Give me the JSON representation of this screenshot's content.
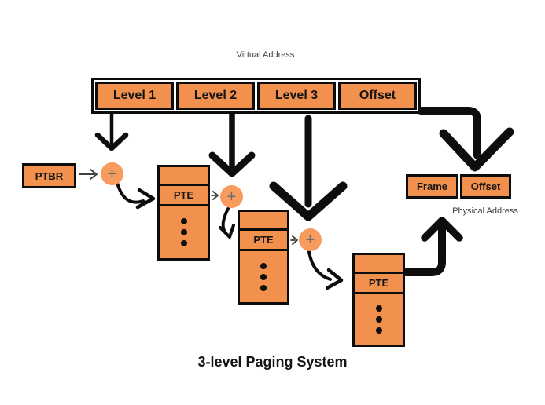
{
  "diagram": {
    "title": "3-level Paging System",
    "virtual_address": {
      "label": "Virtual Address",
      "fields": [
        "Level 1",
        "Level 2",
        "Level 3",
        "Offset"
      ]
    },
    "ptbr": {
      "label": "PTBR"
    },
    "adder": {
      "symbol": "+"
    },
    "page_tables": [
      {
        "entry_label": "PTE"
      },
      {
        "entry_label": "PTE"
      },
      {
        "entry_label": "PTE"
      }
    ],
    "physical_address": {
      "label": "Physical Address",
      "fields": [
        "Frame",
        "Offset"
      ]
    },
    "colors": {
      "box_fill": "#F2914E",
      "adder_fill": "#F79B5E",
      "outline": "#0D0D0D",
      "thin_arrow": "#3F3F3F",
      "background": "#FFFFFF"
    }
  }
}
